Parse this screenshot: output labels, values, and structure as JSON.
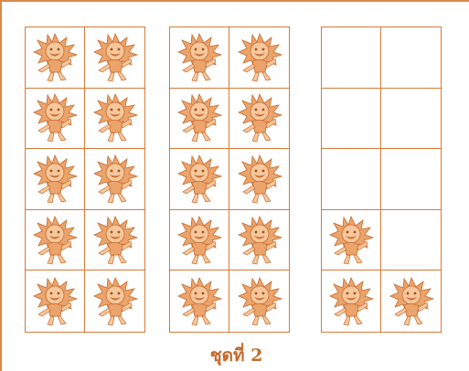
{
  "caption": "ชุดที่ 2",
  "colors": {
    "border": "#d57a36",
    "caption": "#c5692a",
    "mascot_light": "#f6c79c",
    "mascot_mid": "#eaa46c",
    "mascot_dark": "#c96a2c"
  },
  "frames": [
    {
      "name": "frame-1",
      "filled": [
        true,
        true,
        true,
        true,
        true,
        true,
        true,
        true,
        true,
        true
      ]
    },
    {
      "name": "frame-2",
      "filled": [
        true,
        true,
        true,
        true,
        true,
        true,
        true,
        true,
        true,
        true
      ]
    },
    {
      "name": "frame-3",
      "filled": [
        false,
        false,
        false,
        false,
        false,
        false,
        true,
        false,
        true,
        true
      ]
    }
  ],
  "icon": "sun-flower-mascot-icon"
}
